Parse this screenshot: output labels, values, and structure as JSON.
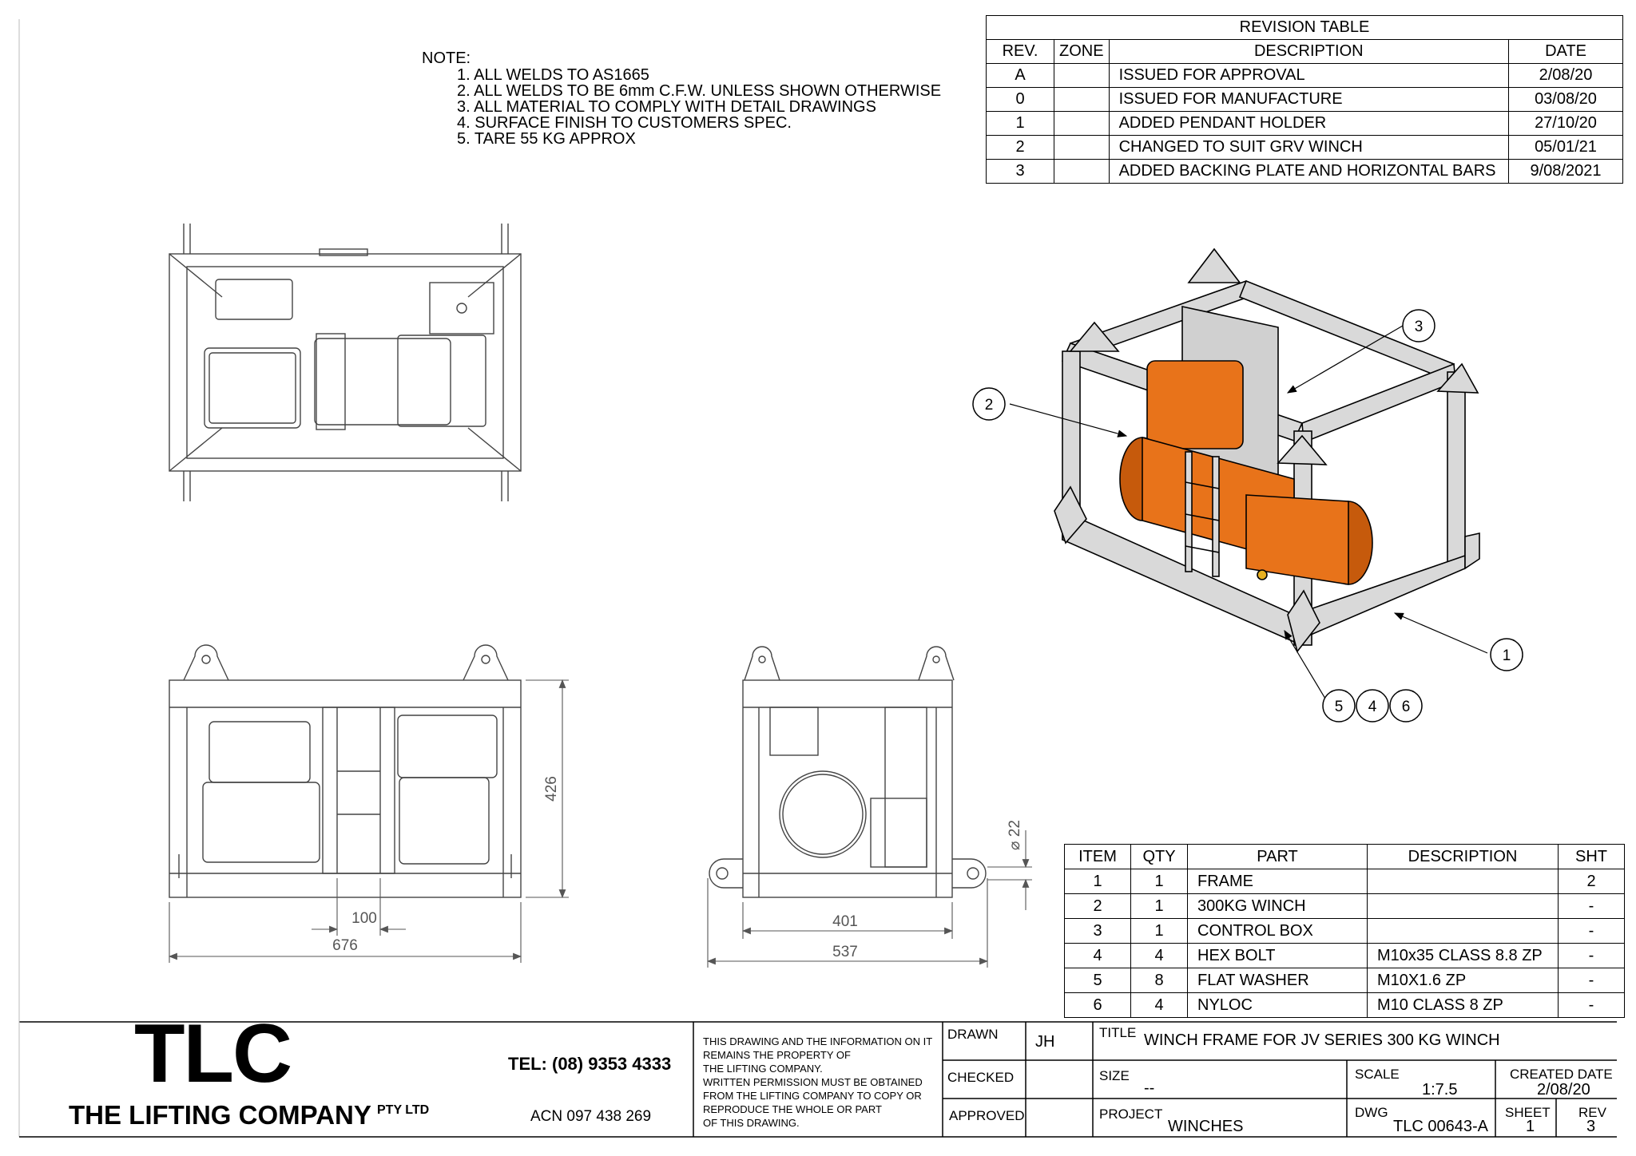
{
  "notes": {
    "title": "NOTE:",
    "items": [
      "1. ALL WELDS TO AS1665",
      "2. ALL WELDS TO BE 6mm C.F.W. UNLESS SHOWN OTHERWISE",
      "3. ALL MATERIAL TO COMPLY WITH DETAIL DRAWINGS",
      "4. SURFACE FINISH TO CUSTOMERS SPEC.",
      "5. TARE 55 KG APPROX"
    ]
  },
  "revision_table": {
    "title": "REVISION TABLE",
    "headers": [
      "REV.",
      "ZONE",
      "DESCRIPTION",
      "DATE"
    ],
    "rows": [
      [
        "A",
        "",
        "ISSUED FOR APPROVAL",
        "2/08/20"
      ],
      [
        "0",
        "",
        "ISSUED FOR MANUFACTURE",
        "03/08/20"
      ],
      [
        "1",
        "",
        "ADDED PENDANT HOLDER",
        "27/10/20"
      ],
      [
        "2",
        "",
        "CHANGED TO SUIT GRV WINCH",
        "05/01/21"
      ],
      [
        "3",
        "",
        "ADDED  BACKING PLATE AND HORIZONTAL BARS",
        "9/08/2021"
      ]
    ]
  },
  "bom_table": {
    "headers": [
      "ITEM",
      "QTY",
      "PART",
      "DESCRIPTION",
      "SHT"
    ],
    "rows": [
      [
        "1",
        "1",
        "FRAME",
        "",
        "2"
      ],
      [
        "2",
        "1",
        "300KG WINCH",
        "",
        "-"
      ],
      [
        "3",
        "1",
        "CONTROL BOX",
        "",
        "-"
      ],
      [
        "4",
        "4",
        "HEX BOLT",
        "M10x35 CLASS 8.8 ZP",
        "-"
      ],
      [
        "5",
        "8",
        "FLAT WASHER",
        "M10X1.6 ZP",
        "-"
      ],
      [
        "6",
        "4",
        "NYLOC",
        "M10 CLASS 8 ZP",
        "-"
      ]
    ]
  },
  "dimensions": {
    "height": "426",
    "center_width": "100",
    "overall_width": "676",
    "side_inner": "401",
    "side_overall": "537",
    "hole_dia": "⌀ 22"
  },
  "callouts": [
    "1",
    "2",
    "3",
    "5",
    "4",
    "6"
  ],
  "colors": {
    "winch": "#e8731a",
    "frame": "#d9d9d9",
    "line": "#000000",
    "dim": "#555555"
  },
  "company": {
    "logo": "TLC",
    "name": "THE LIFTING COMPANY",
    "pty": "PTY LTD",
    "tel": "TEL: (08) 9353 4333",
    "acn": "ACN 097 438 269",
    "legal": [
      "THIS DRAWING AND THE INFORMATION ON IT",
      "REMAINS THE PROPERTY OF",
      "THE LIFTING COMPANY.",
      "WRITTEN PERMISSION MUST BE OBTAINED",
      "FROM THE LIFTING COMPANY TO COPY OR",
      "REPRODUCE THE WHOLE OR PART",
      "OF THIS DRAWING."
    ]
  },
  "title_block": {
    "drawn_label": "DRAWN",
    "drawn_value": "JH",
    "checked_label": "CHECKED",
    "approved_label": "APPROVED",
    "title_label": "TITLE",
    "title_value": "WINCH FRAME FOR JV SERIES 300 KG WINCH",
    "size_label": "SIZE",
    "size_value": "--",
    "scale_label": "SCALE",
    "scale_value": "1:7.5",
    "created_label": "CREATED DATE",
    "created_value": "2/08/20",
    "project_label": "PROJECT",
    "project_value": "WINCHES",
    "dwg_label": "DWG",
    "dwg_value": "TLC 00643-A",
    "sheet_label": "SHEET",
    "sheet_value": "1",
    "rev_label": "REV",
    "rev_value": "3"
  }
}
